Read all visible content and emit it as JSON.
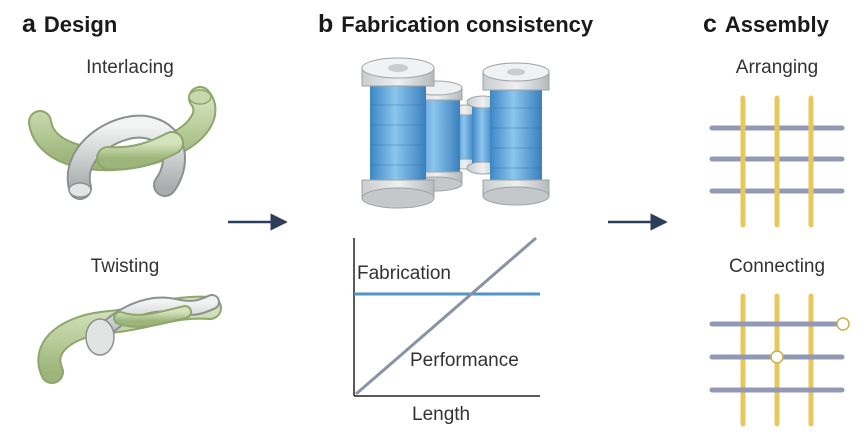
{
  "panels": [
    {
      "letter": "a",
      "title": "Design"
    },
    {
      "letter": "b",
      "title": "Fabrication consistency"
    },
    {
      "letter": "c",
      "title": "Assembly"
    }
  ],
  "design": {
    "interlacing": "Interlacing",
    "twisting": "Twisting"
  },
  "fabrication_plot": {
    "fabrication": "Fabrication",
    "performance": "Performance",
    "xlabel": "Length"
  },
  "assembly": {
    "arranging": "Arranging",
    "connecting": "Connecting"
  },
  "colors": {
    "fiber_green": "#b9cd9a",
    "fiber_grey": "#d6d8d8",
    "spool_blue": "#5aa6dd",
    "plot_blue": "#4f95c6",
    "plot_grey": "#8a93a6",
    "grid_yellow": "#e7c85c",
    "grid_lavender": "#9399b5",
    "arrow": "#2c3e5c"
  }
}
